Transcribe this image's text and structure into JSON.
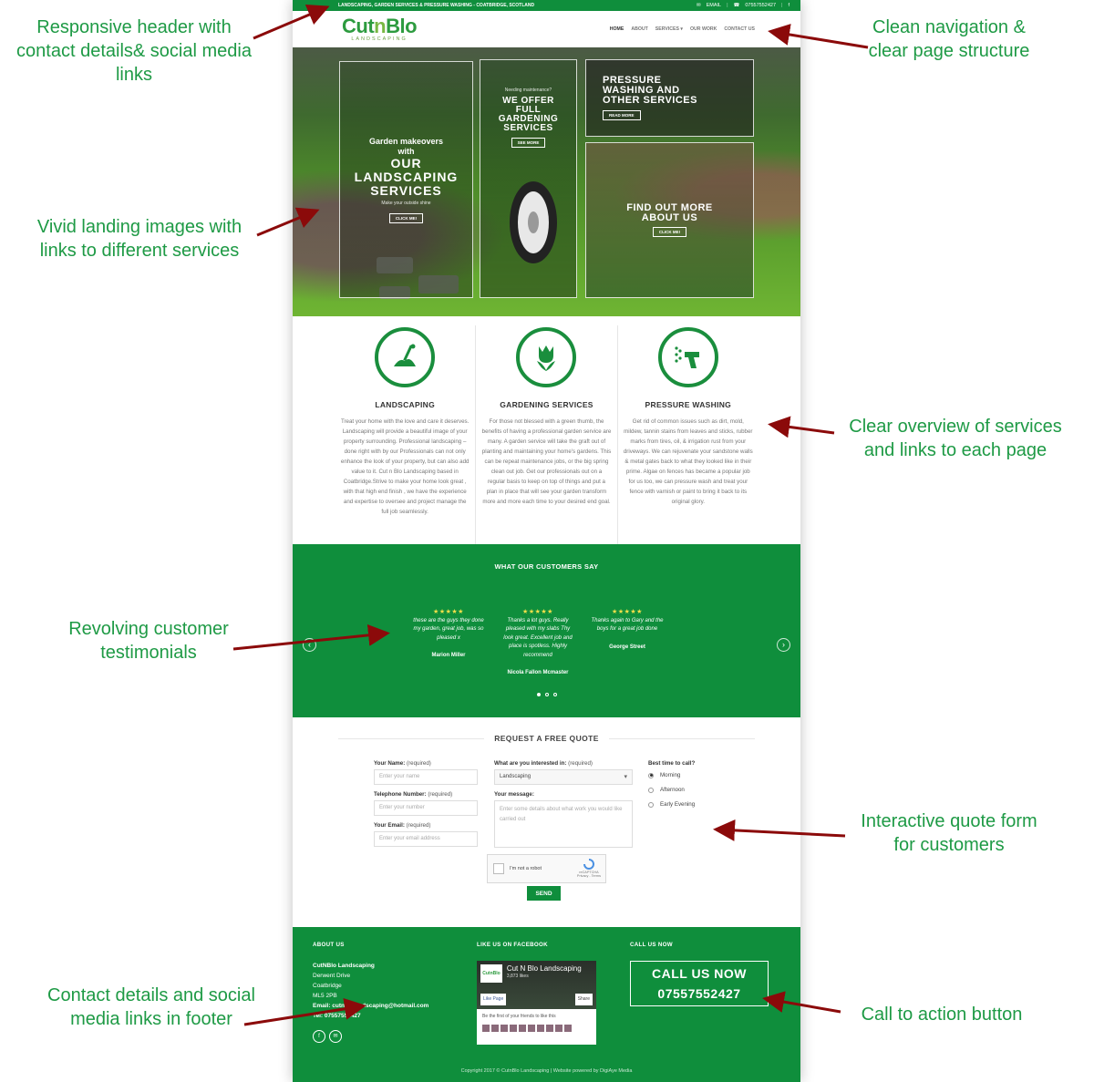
{
  "annotations": {
    "header": "Responsive header with contact details& social media links",
    "navigation": "Clean navigation & clear page structure",
    "landing": "Vivid landing images with links to different services",
    "services": "Clear overview of services and links to each page",
    "testimonials": "Revolving customer testimonials",
    "quote_form": "Interactive quote form for customers",
    "footer": "Contact details and social media links in footer",
    "cta": "Call to action button"
  },
  "topbar": {
    "tagline": "LANDSCAPING, GARDEN SERVICES & PRESSURE WASHING - COATBRIDGE, SCOTLAND",
    "email_label": "EMAIL",
    "phone": "07557552427"
  },
  "logo": {
    "main_a": "Cut",
    "main_b": "n",
    "main_c": "Blo",
    "sub": "LANDSCAPING"
  },
  "nav": [
    "HOME",
    "ABOUT",
    "SERVICES ▾",
    "OUR WORK",
    "CONTACT US"
  ],
  "hero": {
    "panel1": {
      "line1": "Garden makeovers",
      "line2": "with",
      "line3": "OUR",
      "line4": "LANDSCAPING",
      "line5": "SERVICES",
      "tag": "Make your outside shine",
      "button": "CLICK ME!"
    },
    "panel2": {
      "kicker": "Needing maintenance?",
      "line1": "WE OFFER",
      "line2": "FULL",
      "line3": "GARDENING",
      "line4": "SERVICES",
      "button": "SEE MORE"
    },
    "panel3": {
      "line1": "PRESSURE",
      "line2": "WASHING AND",
      "line3": "OTHER SERVICES",
      "button": "READ MORE"
    },
    "panel4": {
      "line1": "FIND OUT MORE",
      "line2": "ABOUT US",
      "button": "CLICK ME!"
    }
  },
  "services": [
    {
      "icon": "landscaping-icon",
      "title": "LANDSCAPING",
      "text": "Treat your home with the love and care it deserves. Landscaping will provide a beautiful image of your property surrounding. Professional landscaping – done right with by our Professionals can not only enhance the look of your property, but can also add value to it. Cut n Blo Landscaping based in Coatbridge.Strive to make your home look great , with that high end finish , we have the experience and expertise to oversee and project manage the full job seamlessly."
    },
    {
      "icon": "tulip-icon",
      "title": "GARDENING SERVICES",
      "text": "For those not blessed with a green thumb, the benefits of having a professional garden service are many. A garden service will take the graft out of planting and maintaining your home's gardens. This can be repeat maintenance jobs, or the big spring clean out job. Get our professionals out on a regular basis to keep on top of things and put a plan in place that will see your garden transform more and more each time to your desired end goal."
    },
    {
      "icon": "pressure-washer-icon",
      "title": "PRESSURE WASHING",
      "text": "Get rid of common issues such as dirt, mold, mildew, tannin stains from leaves and sticks, rubber marks from tires, oil, & irrigation rust from your driveways. We can rejuvenate your sandstone walls & metal gates back to what they looked like in their prime. Algae on fences has became a popular job for us too, we can pressure wash and treat your fence with varnish or paint to bring it back to its original glory."
    }
  ],
  "testimonials": {
    "title": "WHAT OUR CUSTOMERS SAY",
    "items": [
      {
        "stars": "★★★★★",
        "quote": "these are the guys they done my garden, great job, was so pleased x",
        "name": "Marion Miller"
      },
      {
        "stars": "★★★★★",
        "quote": "Thanks a lot guys. Really pleased with my slabs Thy look great. Excellent job and place is spotless. Highly recommend",
        "name": "Nicola Fallon Mcmaster"
      },
      {
        "stars": "★★★★★",
        "quote": "Thanks again to Gary and the boys for a great job done",
        "name": "George Street"
      }
    ],
    "prev": "‹",
    "next": "›"
  },
  "quote": {
    "title": "REQUEST A FREE QUOTE",
    "name_label": "Your Name:",
    "name_req": "(required)",
    "name_ph": "Enter your name",
    "tel_label": "Telephone Number:",
    "tel_req": "(required)",
    "tel_ph": "Enter your number",
    "email_label": "Your Email:",
    "email_req": "(required)",
    "email_ph": "Enter your email address",
    "interest_label": "What are you interested in:",
    "interest_req": "(required)",
    "interest_value": "Landscaping",
    "message_label": "Your message:",
    "message_ph": "Enter some details about what work you would like carried out",
    "time_label": "Best time to call?",
    "time_options": [
      "Morning",
      "Afternoon",
      "Early Evening"
    ],
    "captcha_text": "I'm not a robot",
    "captcha_brand": "reCAPTCHA",
    "captcha_links": "Privacy - Terms",
    "send": "SEND"
  },
  "footer": {
    "about_title": "ABOUT US",
    "company": "CutNBlo Landscaping",
    "address1": "Derwent Drive",
    "address2": "Coatbridge",
    "postcode": "ML5 2PB",
    "email": "Email: cutnblolandscaping@hotmail.com",
    "phone": "Tel: 07557552427",
    "fb_title": "LIKE US ON FACEBOOK",
    "fb_page": "Cut N Blo Landscaping",
    "fb_likes": "3,873 likes",
    "fb_like_btn": "Like Page",
    "fb_share_btn": "Share",
    "fb_text": "Be the first of your friends to like this",
    "fb_logo": "CutnBlo",
    "call_title": "CALL US NOW",
    "cta_line1": "CALL US NOW",
    "cta_line2": "07557552427",
    "copyright": "Copyright 2017 © CutnBlo Landscaping | Website powered by DigiAye Media"
  },
  "colors": {
    "brand_green": "#0f8e3c",
    "annotation_green": "#1e9a45",
    "arrow_red": "#8b0a0a",
    "star_yellow": "#f4e04a"
  }
}
